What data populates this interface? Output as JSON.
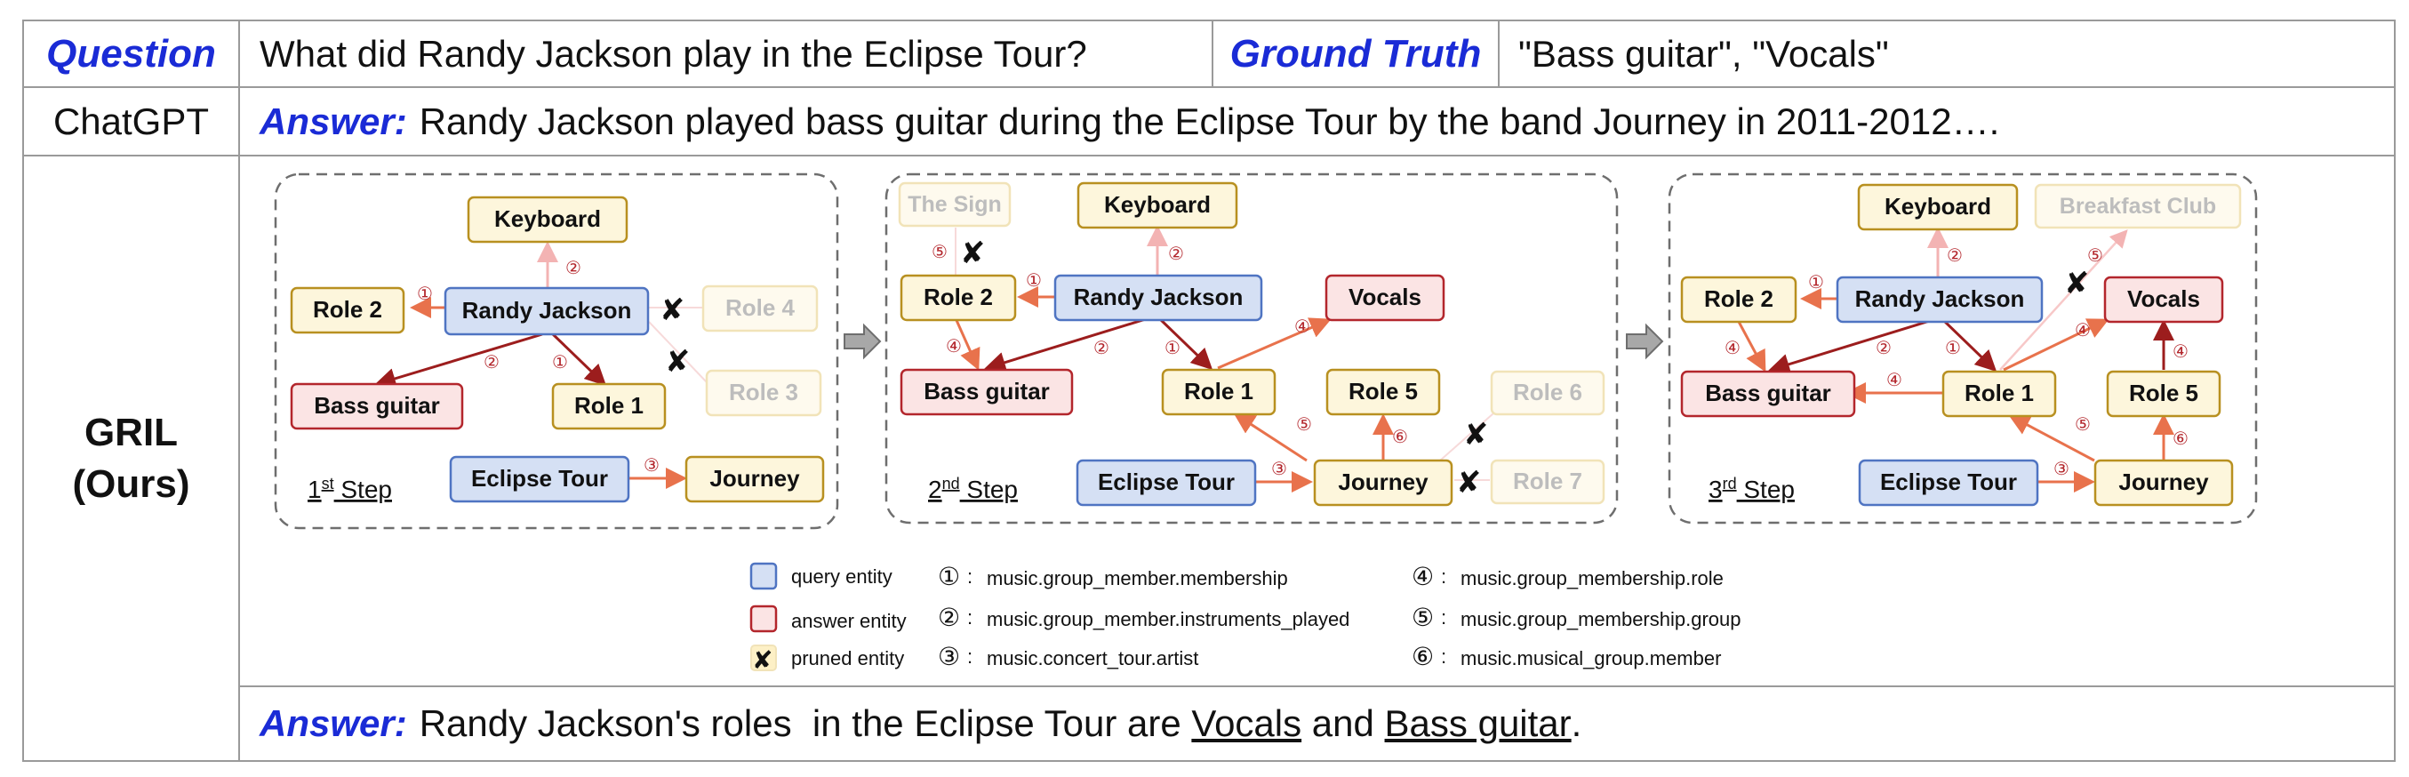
{
  "header": {
    "question_label": "Question",
    "question_text": "What did Randy Jackson play in the Eclipse Tour?",
    "gt_label": "Ground Truth",
    "gt_text": "\"Bass guitar\", \"Vocals\""
  },
  "chatgpt": {
    "label": "ChatGPT",
    "answer_prefix": "Answer:",
    "answer_text": "Randy Jackson played bass guitar during the Eclipse Tour by the band Journey in 2011-2012…."
  },
  "gril": {
    "label_line1": "GRIL",
    "label_line2": "(Ours)",
    "answer_prefix": "Answer:",
    "answer_part1": "Randy Jackson's roles  in the Eclipse Tour are ",
    "answer_vocals": "Vocals",
    "answer_and": " and ",
    "answer_bass": "Bass guitar",
    "answer_end": "."
  },
  "steps": {
    "s1_num": "1",
    "s1_sup": "st",
    "s1_word": " Step",
    "s2_num": "2",
    "s2_sup": "nd",
    "s2_word": " Step",
    "s3_num": "3",
    "s3_sup": "rd",
    "s3_word": " Step"
  },
  "nodes": {
    "keyboard": "Keyboard",
    "randy": "Randy Jackson",
    "role1": "Role 1",
    "role2": "Role 2",
    "role3": "Role 3",
    "role4": "Role 4",
    "role5": "Role 5",
    "role6": "Role 6",
    "role7": "Role 7",
    "bass": "Bass guitar",
    "vocals": "Vocals",
    "eclipse": "Eclipse Tour",
    "journey": "Journey",
    "sign": "The Sign",
    "breakfast": "Breakfast Club"
  },
  "relations": {
    "n1": "①",
    "n2": "②",
    "n3": "③",
    "n4": "④",
    "n5": "⑤",
    "n6": "⑥"
  },
  "legend": {
    "query": "query entity",
    "answer": "answer entity",
    "pruned": "pruned entity",
    "r1": "music.group_member.membership",
    "r2": "music.group_member.instruments_played",
    "r3": "music.concert_tour.artist",
    "r4": "music.group_membership.role",
    "r5": "music.group_membership.group",
    "r6": "music.musical_group.member",
    "sep": ":"
  },
  "colors": {
    "query_fill": "#d5e0f4",
    "query_stroke": "#4f74c2",
    "answer_fill": "#fbe4e4",
    "answer_stroke": "#b3262c",
    "entity_fill": "#fdf6dc",
    "entity_stroke": "#b89020",
    "pruned_fill": "#fefaee",
    "pruned_stroke": "#f1e3b8",
    "pruned_text": "#bdbdbd",
    "edge_dark": "#9c1d1d",
    "edge_mid": "#e8724c",
    "edge_light": "#f3b3b3",
    "label_blue": "#1a2bd6"
  }
}
